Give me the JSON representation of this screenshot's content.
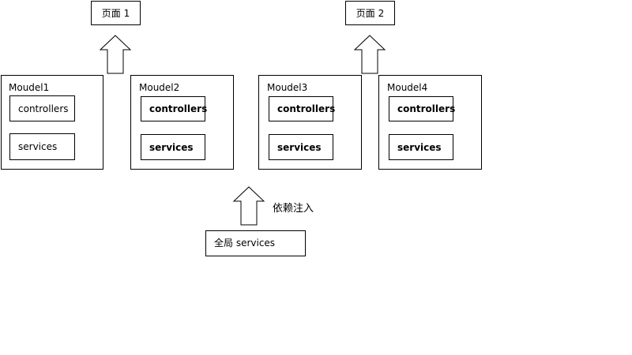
{
  "pages": [
    {
      "label": "页面 1"
    },
    {
      "label": "页面 2"
    }
  ],
  "modules": [
    {
      "title": "Moudel1",
      "controllers": "controllers",
      "services": "services"
    },
    {
      "title": "Moudel2",
      "controllers": "controllers",
      "services": "services"
    },
    {
      "title": "Moudel3",
      "controllers": "controllers",
      "services": "services"
    },
    {
      "title": "Moudel4",
      "controllers": "controllers",
      "services": "services"
    }
  ],
  "global_services": {
    "label": "全局 services"
  },
  "injection_label": "依赖注入"
}
